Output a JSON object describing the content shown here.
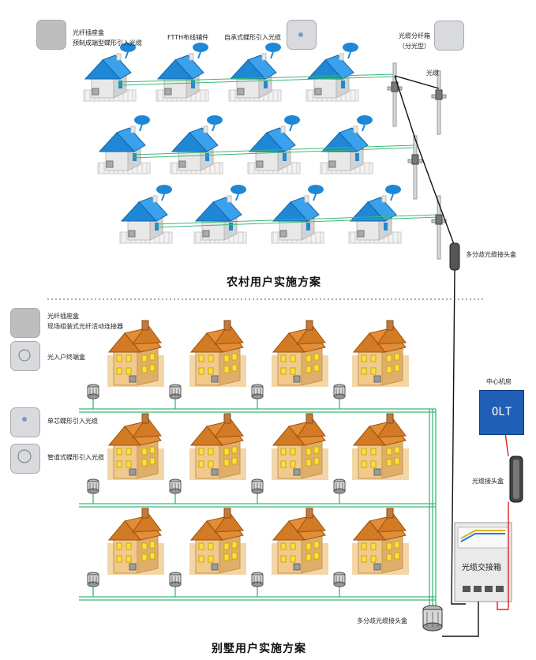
{
  "rural": {
    "title": "农村用户实施方案",
    "labels": {
      "socket_box_1": "光纤插座盒",
      "socket_box_2": "预制成端型蝶形引入光缆",
      "ftth_fittings": "FTTH布线辅件",
      "self_support_cable": "自承式蝶形引入光缆",
      "splitter_box_1": "光缆分纤箱",
      "splitter_box_2": "（分光型）",
      "cable": "光缆",
      "multi_joint_box": "多分歧光缆接头盒"
    }
  },
  "villa": {
    "title": "别墅用户实施方案",
    "labels": {
      "socket_box_1": "光纤插座盒",
      "socket_box_2": "现场组装式光纤活动连接器",
      "entry_terminal_box": "光入户终端盒",
      "single_core_cable": "单芯蝶形引入光缆",
      "duct_cable": "管道式蝶形引入光缆",
      "multi_joint_box": "多分歧光缆接头盒"
    }
  },
  "central": {
    "room_label": "中心机房",
    "olt_label": "OLT",
    "joint_box_label": "光缆接头盒",
    "cabinet_label": "光缆交接箱"
  },
  "colors": {
    "rural_roof": "#1e88d6",
    "villa_roof": "#d27a24",
    "olt_blue": "#1f5fb5",
    "green_line": "#3cb878",
    "red_line": "#e02020",
    "black_line": "#111111"
  }
}
